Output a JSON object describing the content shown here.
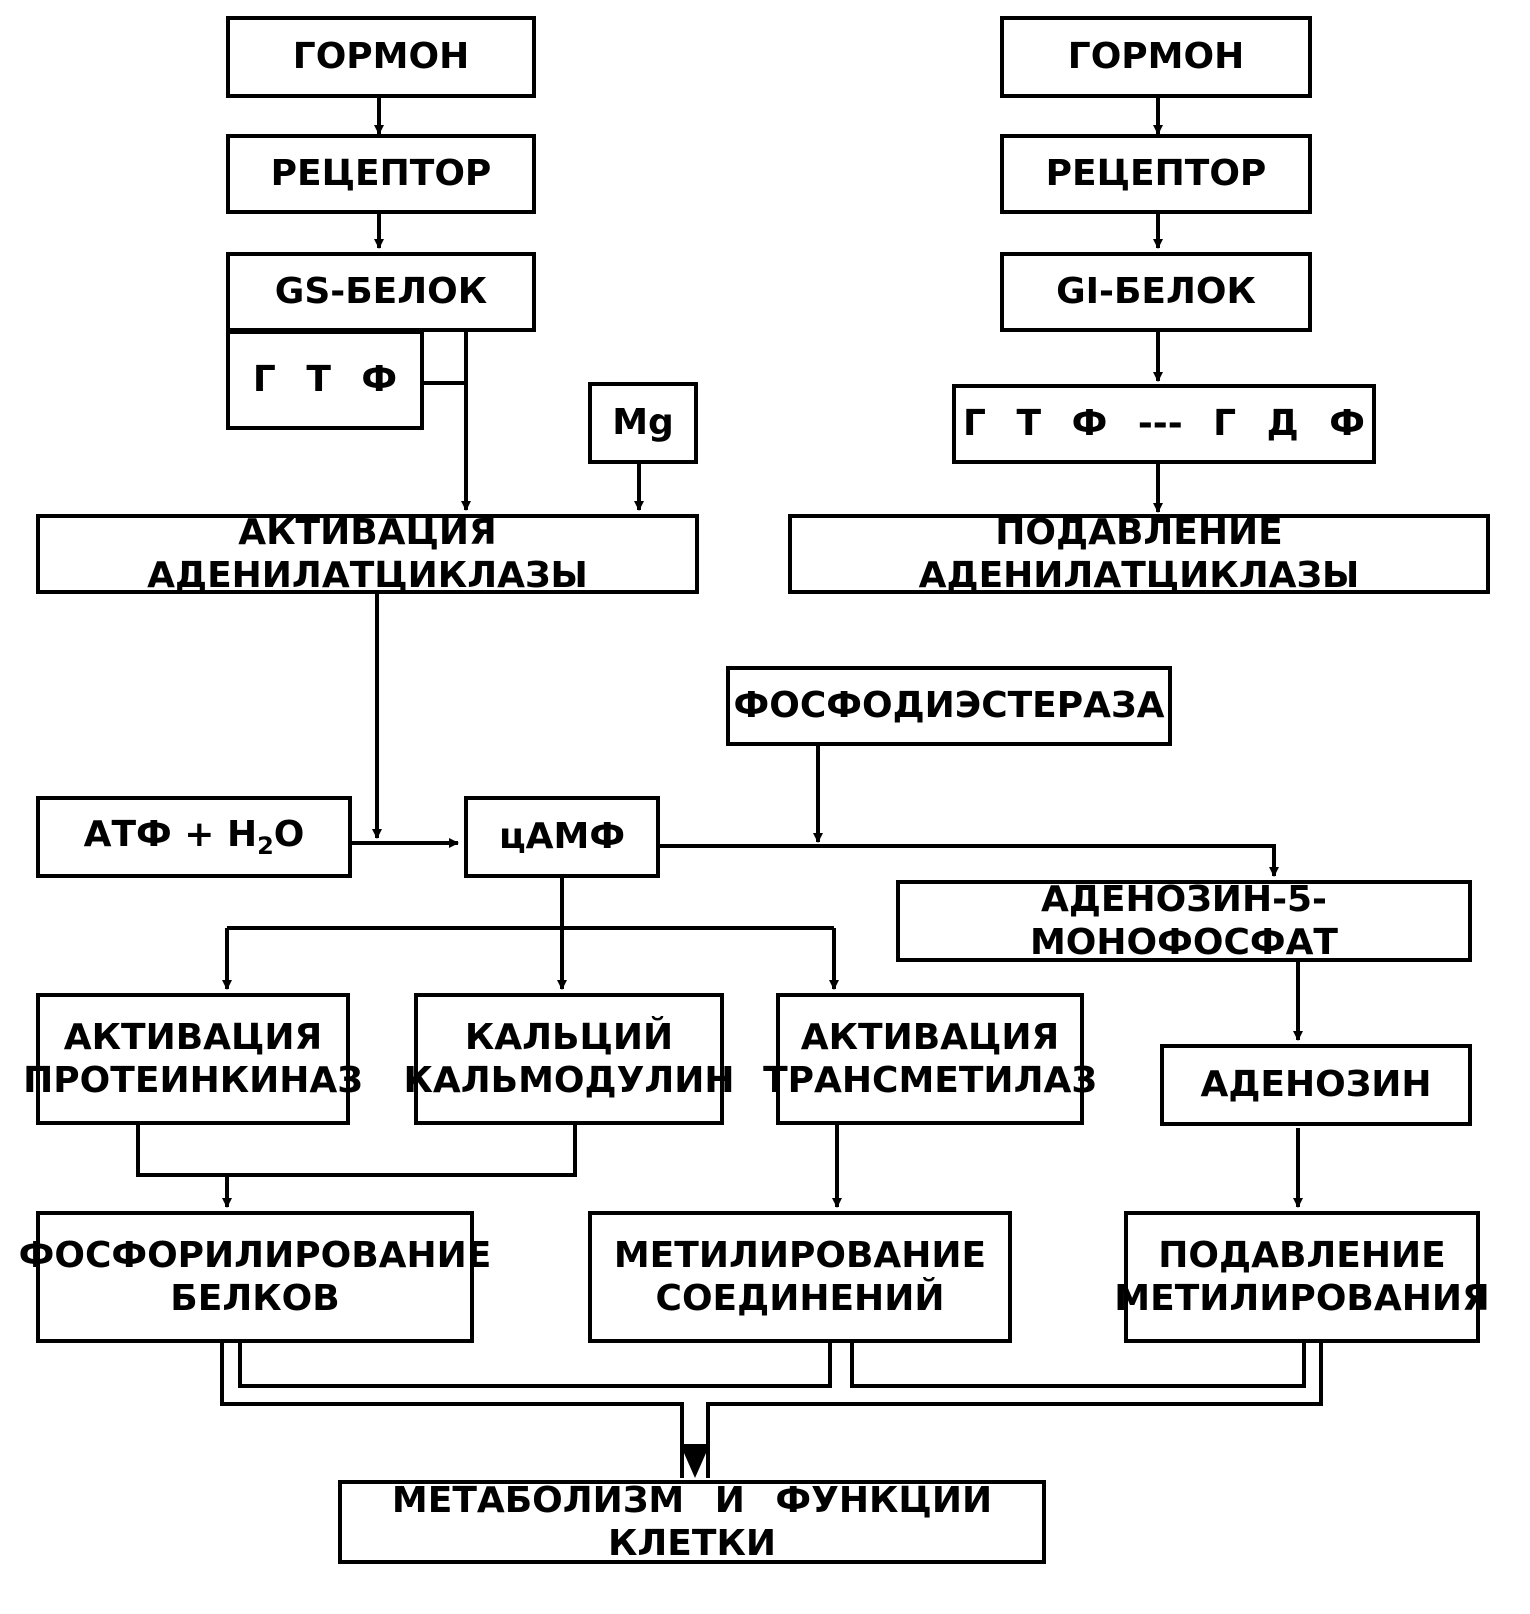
{
  "diagram": {
    "left": {
      "hormone": "ГОРМОН",
      "receptor": "РЕЦЕПТОР",
      "g_protein": "GS-БЕЛОК",
      "gtp": "Г Т Ф",
      "mg": "Mg",
      "activation": "АКТИВАЦИЯ АДЕНИЛАТЦИКЛАЗЫ"
    },
    "right": {
      "hormone": "ГОРМОН",
      "receptor": "РЕЦЕПТОР",
      "g_protein": "GI-БЕЛОК",
      "gtp_gdp": "Г Т Ф --- Г Д Ф",
      "suppression": "ПОДАВЛЕНИЕ АДЕНИЛАТЦИКЛАЗЫ"
    },
    "center": {
      "phosphodiesterase": "ФОСФОДИЭСТЕРАЗА",
      "atp_prefix": "АТФ + Н",
      "atp_sub": "2",
      "atp_suffix": "О",
      "camp": "цАМФ",
      "amp": "АДЕНОЗИН-5-МОНОФОСФАТ",
      "adenosine": "АДЕНОЗИН"
    },
    "effects": {
      "protein_kinase": "АКТИВАЦИЯ\nПРОТЕИНКИНАЗ",
      "calmodulin": "КАЛЬЦИЙ\nКАЛЬМОДУЛИН",
      "transmethylase": "АКТИВАЦИЯ\nТРАНСМЕТИЛАЗ",
      "phosphorylation": "ФОСФОРИЛИРОВАНИЕ\nБЕЛКОВ",
      "methylation": "МЕТИЛИРОВАНИЕ\nСОЕДИНЕНИЙ",
      "methylation_suppression": "ПОДАВЛЕНИЕ\nМЕТИЛИРОВАНИЯ",
      "metabolism": "МЕТАБОЛИЗМ И ФУНКЦИИ КЛЕТКИ"
    }
  }
}
